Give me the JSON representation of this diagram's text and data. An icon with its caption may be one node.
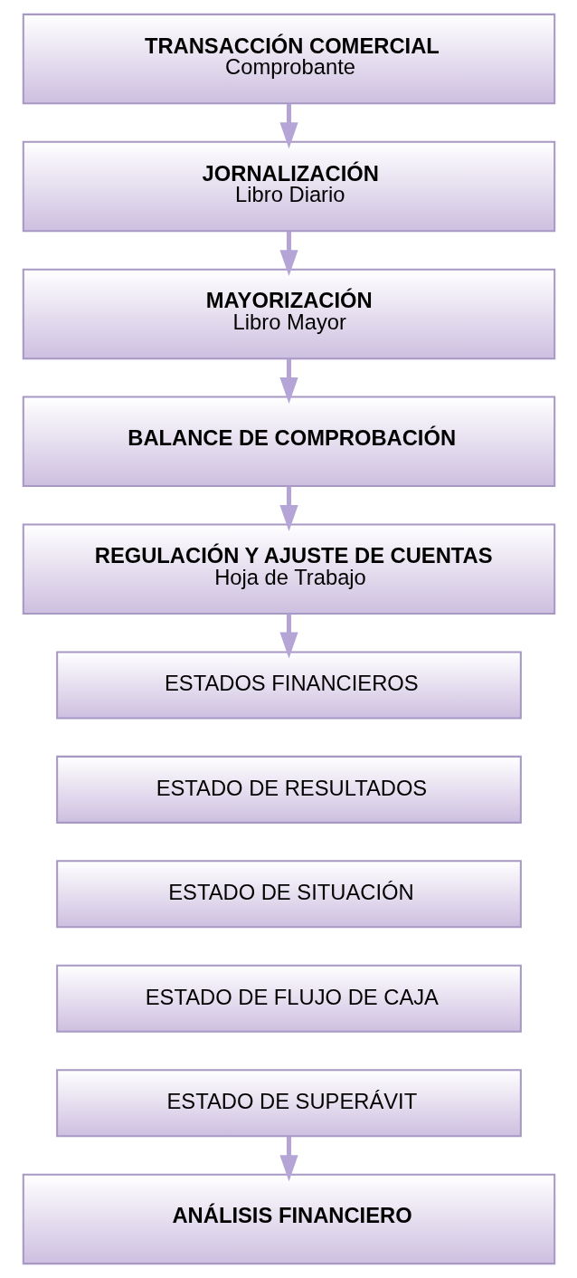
{
  "diagram": {
    "nodes": [
      {
        "text": [
          "TRANSACCIÓN COMERCIAL",
          "Comprobante"
        ]
      },
      {
        "text": [
          "JORNALIZACIÓN",
          "Libro Diario"
        ]
      },
      {
        "text": [
          "MAYORIZACIÓN",
          "Libro Mayor"
        ]
      },
      {
        "text": [
          "BALANCE DE COMPROBACIÓN"
        ]
      },
      {
        "text": [
          "REGULACIÓN Y AJUSTE DE CUENTAS",
          "Hoja de Trabajo"
        ]
      },
      {
        "text": [
          "ESTADOS FINANCIEROS"
        ]
      },
      {
        "text": [
          "ESTADO DE RESULTADOS"
        ]
      },
      {
        "text": [
          "ESTADO DE SITUACIÓN"
        ]
      },
      {
        "text": [
          "ESTADO DE FLUJO DE CAJA"
        ]
      },
      {
        "text": [
          "ESTADO DE SUPERÁVIT"
        ]
      },
      {
        "text": [
          "ANÁLISIS FINANCIERO"
        ]
      }
    ],
    "edges": [
      {
        "from": 0,
        "to": 1,
        "arrow": "to"
      },
      {
        "from": 1,
        "to": 2,
        "arrow": "to"
      },
      {
        "from": 2,
        "to": 3,
        "arrow": "to"
      },
      {
        "from": 3,
        "to": 4,
        "arrow": "to"
      },
      {
        "from": 4,
        "to": 5,
        "arrow": "to"
      },
      {
        "from": 9,
        "to": 10,
        "arrow": "to"
      }
    ]
  }
}
